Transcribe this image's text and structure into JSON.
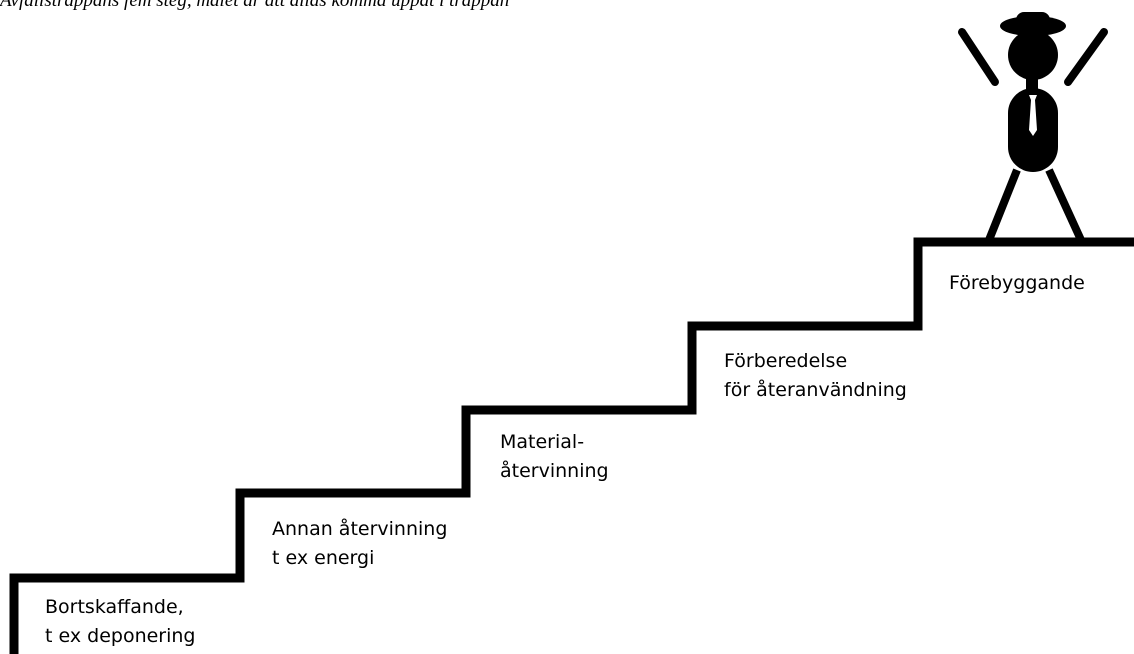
{
  "caption": "Avfallstrappans fem steg, målet är att allas komma uppåt i trappan",
  "colors": {
    "ink": "#000000",
    "background": "#ffffff",
    "tie": "#ffffff"
  },
  "steps": [
    {
      "line1": "Bortskaffande,",
      "line2": "t ex deponering"
    },
    {
      "line1": "Annan återvinning",
      "line2": "t ex energi"
    },
    {
      "line1": "Material-",
      "line2": "återvinning"
    },
    {
      "line1": "Förberedelse",
      "line2": "för återanvändning"
    },
    {
      "line1": "Förebyggande",
      "line2": ""
    }
  ],
  "figure": {
    "name": "stick-figure-with-raised-arms",
    "icon": "celebrating-person-icon"
  }
}
